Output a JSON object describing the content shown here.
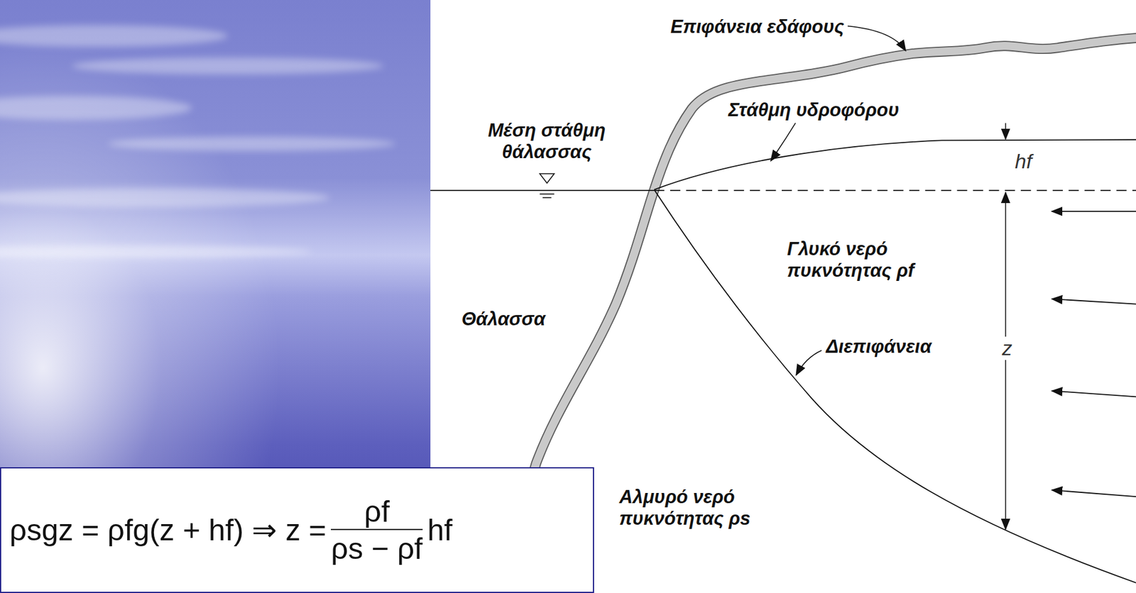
{
  "diagram": {
    "nodes": [
      {
        "text": [
          "ρsgz = ρfg(z + hf) ⇒ z =",
          "ρf",
          "ρs − ρf",
          "hf"
        ]
      }
    ],
    "labels": [
      "Επιφάνεια εδάφους",
      "Στάθμη υδροφόρου",
      "Μέση στάθμη θάλασσας",
      "hf",
      "Γλυκό νερό πυκνότητας ρf",
      "Θάλασσα",
      "Διεπιφάνεια",
      "z",
      "Αλμυρό νερό πυκνότητας ρs"
    ]
  }
}
